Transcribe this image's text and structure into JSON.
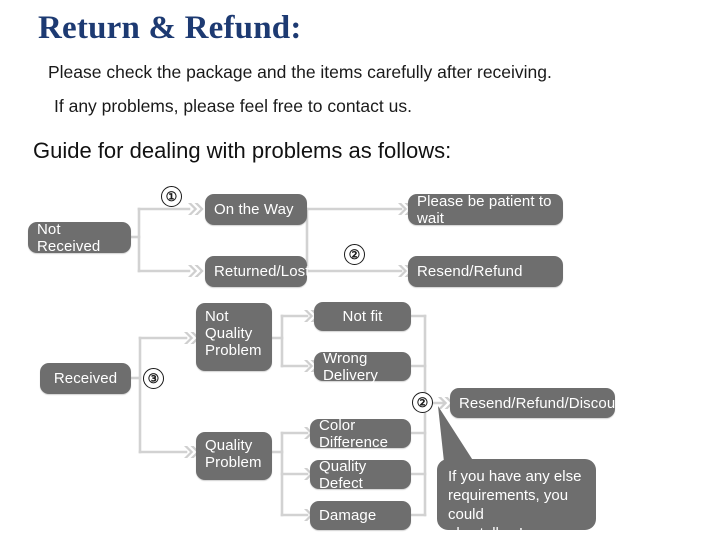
{
  "header": {
    "title": "Return & Refund:",
    "line1": "Please check the package and the items carefully after receiving.",
    "line2": "If any problems, please feel free to contact us.",
    "guide": "Guide for dealing with problems as follows:"
  },
  "colors": {
    "title": "#1d3a72",
    "node_fill": "#6e6e6e",
    "node_text": "#ffffff",
    "connector": "#d2d2d2",
    "body_text": "#1a1a1a",
    "background": "#ffffff"
  },
  "flow": {
    "nodes": [
      {
        "id": "not_received",
        "label": "Not Received"
      },
      {
        "id": "on_the_way",
        "label": "On the Way"
      },
      {
        "id": "returned_lost",
        "label": "Returned/Lost"
      },
      {
        "id": "please_wait",
        "label": "Please be patient to wait"
      },
      {
        "id": "resend_refund",
        "label": "Resend/Refund"
      },
      {
        "id": "received",
        "label": "Received"
      },
      {
        "id": "not_quality_problem",
        "label": "Not Quality Problem",
        "lines": [
          "Not",
          "Quality",
          "Problem"
        ]
      },
      {
        "id": "quality_problem",
        "label": "Quality Problem",
        "lines": [
          "Quality",
          "Problem"
        ]
      },
      {
        "id": "not_fit",
        "label": "Not fit"
      },
      {
        "id": "wrong_delivery",
        "label": "Wrong Delivery"
      },
      {
        "id": "color_difference",
        "label": "Color Difference"
      },
      {
        "id": "quality_defect",
        "label": "Quality Defect"
      },
      {
        "id": "damage",
        "label": "Damage"
      },
      {
        "id": "resend_refund_discount",
        "label": "Resend/Refund/Discount"
      }
    ],
    "step_markers": [
      {
        "id": "step-1",
        "label": "①"
      },
      {
        "id": "step-2-top",
        "label": "②"
      },
      {
        "id": "step-3",
        "label": "③"
      },
      {
        "id": "step-2-bottom",
        "label": "②"
      }
    ],
    "callout": {
      "lines": [
        "If you have any else",
        "requirements, you could",
        "also tell us!"
      ],
      "text": "If you have any else requirements, you could also tell us!"
    }
  }
}
